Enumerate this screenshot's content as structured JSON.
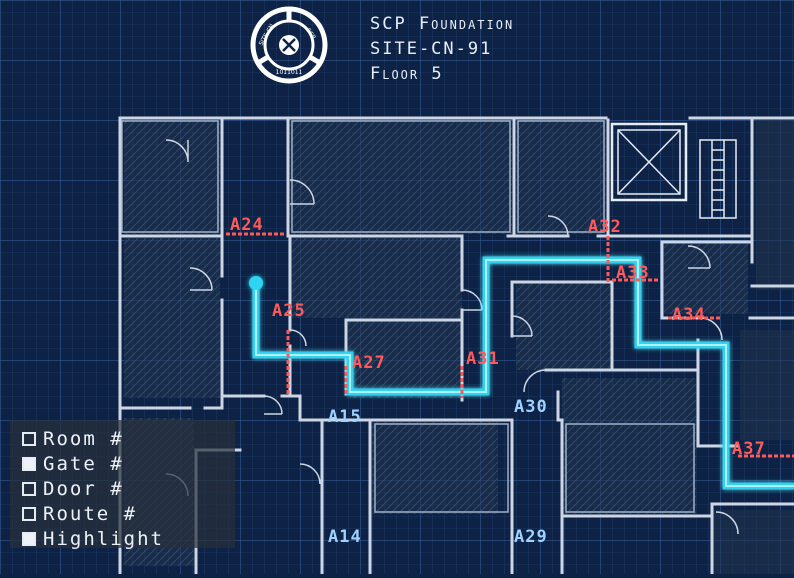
{
  "header": {
    "title": "SCP Foundation",
    "site": "SITE-CN-91",
    "floor": "Floor 5",
    "logo_text_left": "SITE-CN",
    "logo_text_right": "SCP",
    "logo_code": "1011011"
  },
  "legend": {
    "items": [
      {
        "label": "Room #",
        "checked": false
      },
      {
        "label": "Gate #",
        "checked": true
      },
      {
        "label": "Door #",
        "checked": false
      },
      {
        "label": "Route #",
        "checked": false
      },
      {
        "label": "Highlight",
        "checked": true
      }
    ]
  },
  "gates_red": [
    "A24",
    "A25",
    "A27",
    "A31",
    "A32",
    "A33",
    "A34",
    "A37"
  ],
  "gates_blue": [
    "A15",
    "A30",
    "A14",
    "A29"
  ],
  "colors": {
    "background": "#0d2244",
    "wall": "#cdd6e4",
    "route": "#2fd4f0",
    "gate_red": "#ff5a5a",
    "gate_blue": "#9fd2ff"
  }
}
